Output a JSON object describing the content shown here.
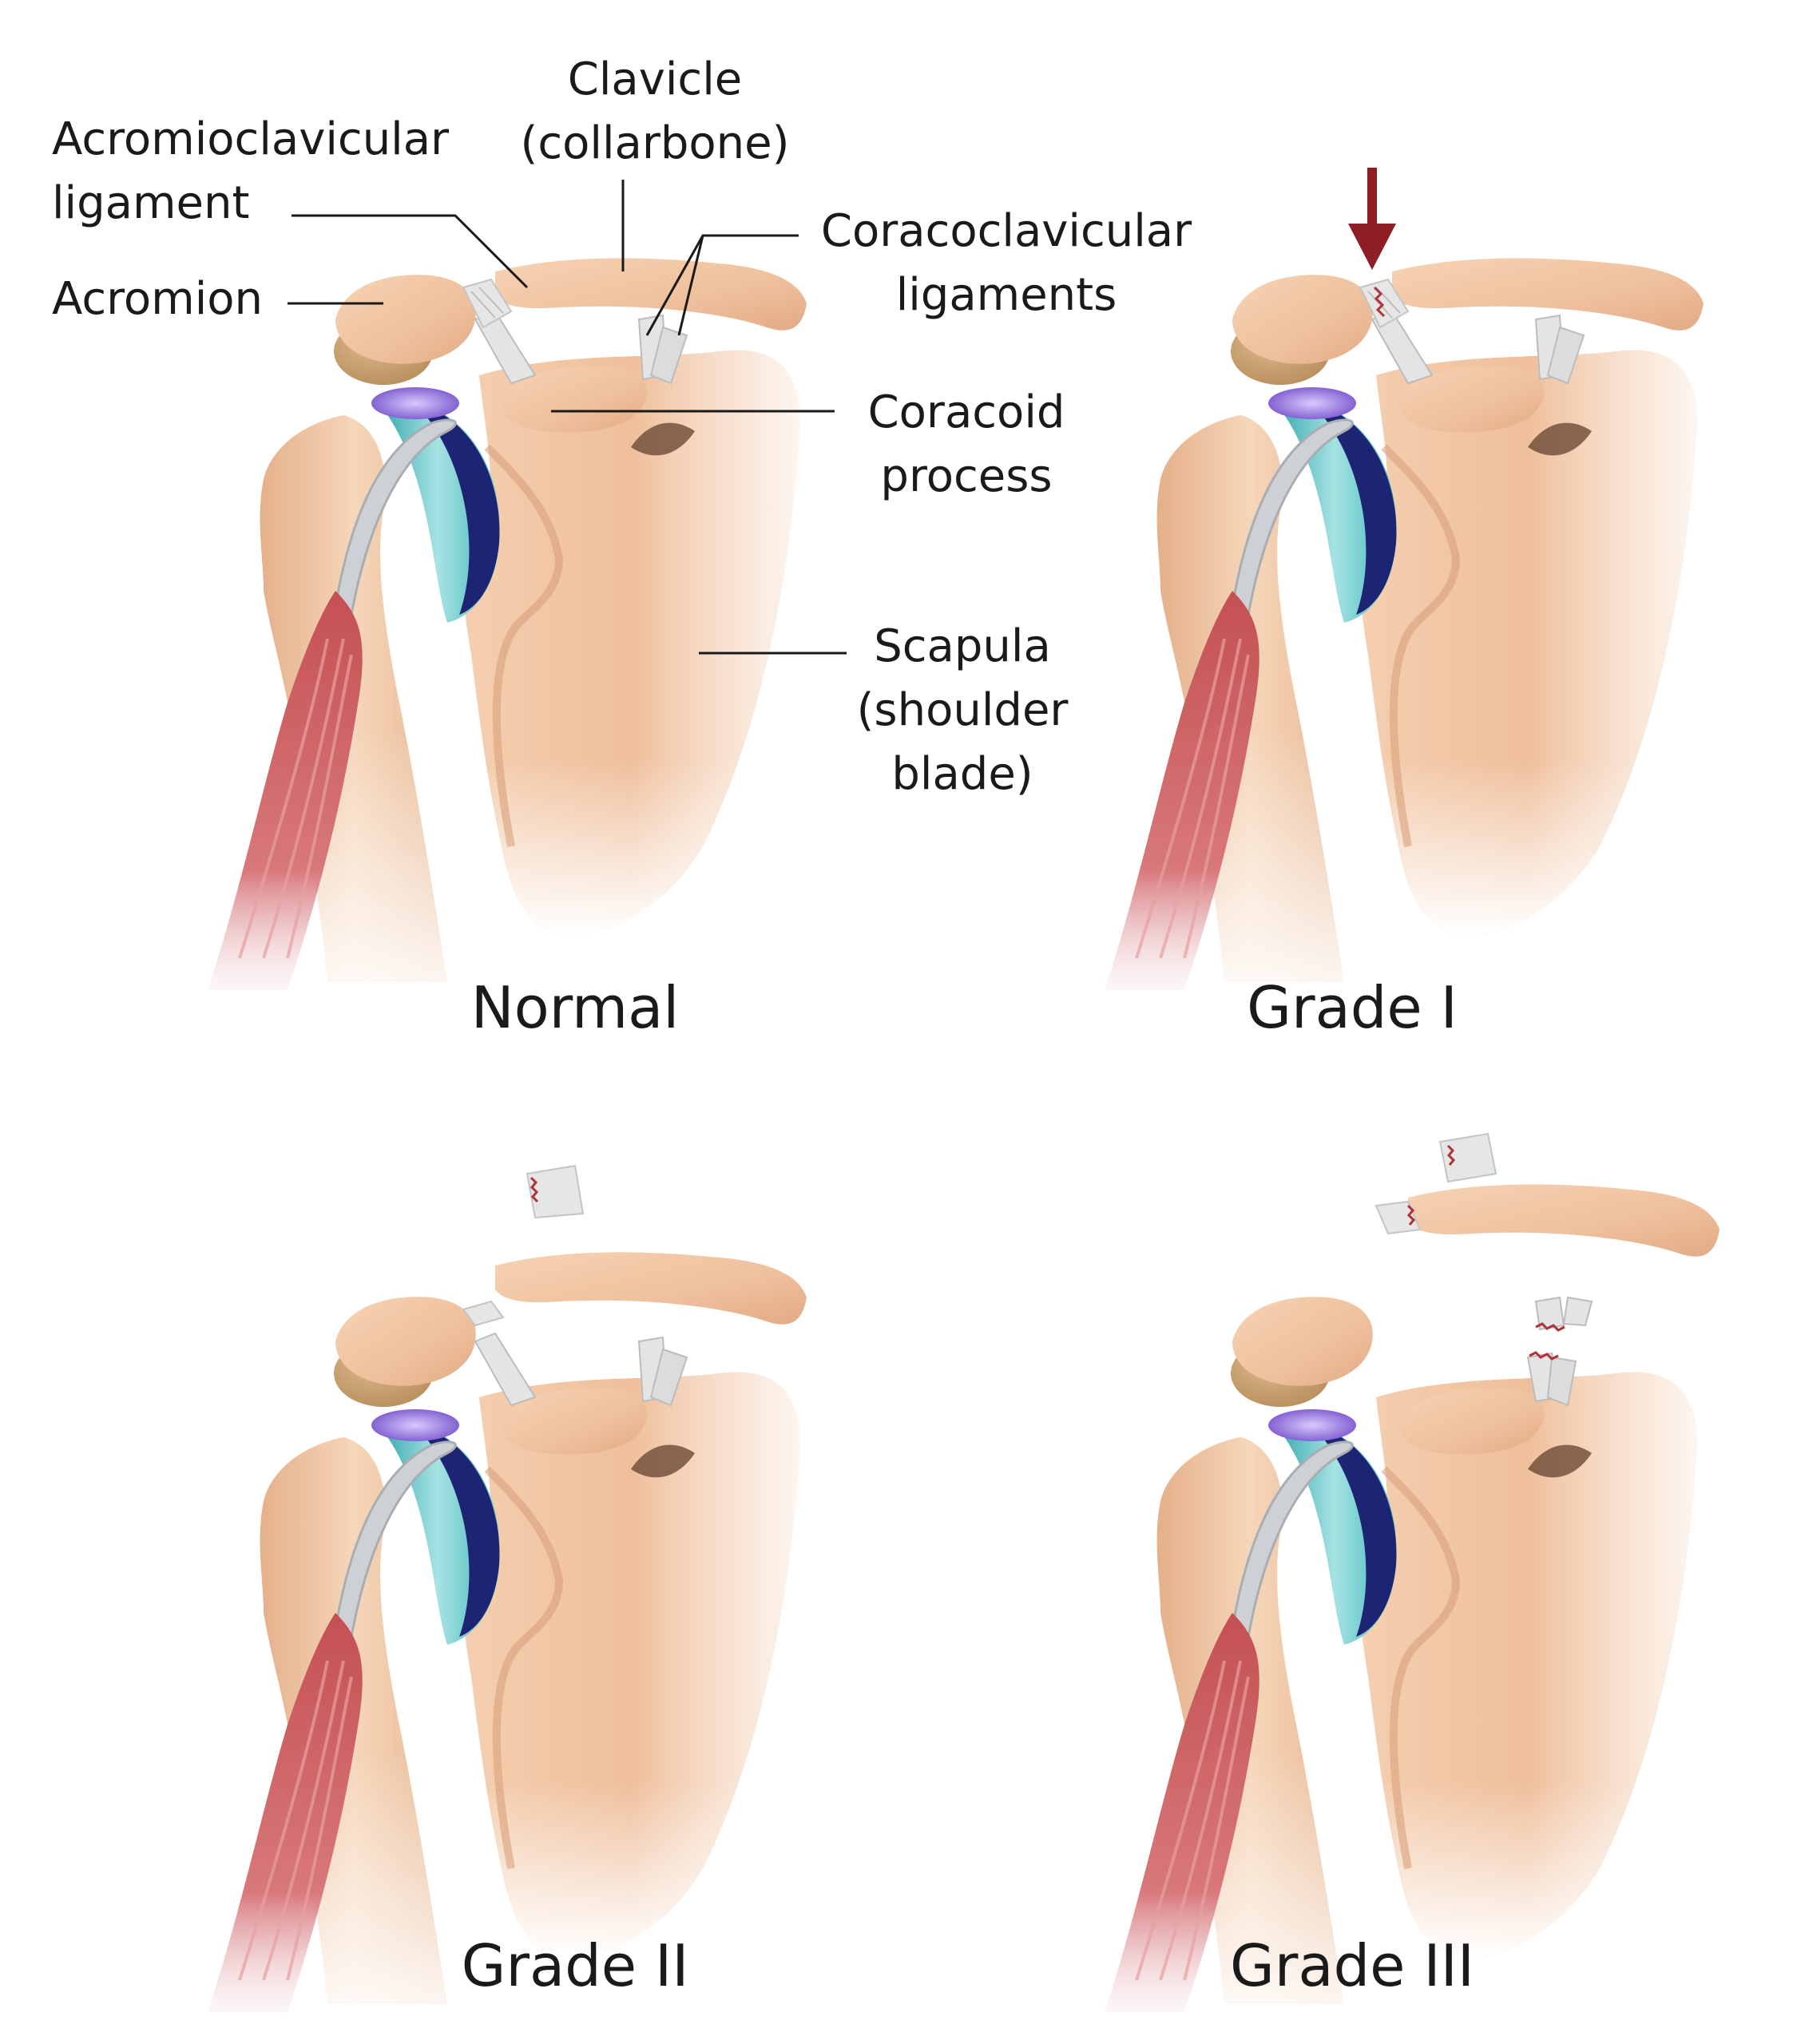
{
  "labels": {
    "clavicle": [
      "Clavicle",
      "(collarbone)"
    ],
    "acromioclavicular_ligament": [
      "Acromioclavicular",
      "ligament"
    ],
    "acromion": "Acromion",
    "coracoclavicular_ligaments": [
      "Coracoclavicular",
      "ligaments"
    ],
    "coracoid_process": [
      "Coracoid",
      "process"
    ],
    "scapula": [
      "Scapula",
      "(shoulder",
      "blade)"
    ]
  },
  "panels": [
    {
      "caption": "Normal",
      "grade": 0
    },
    {
      "caption": "Grade I",
      "grade": 1
    },
    {
      "caption": "Grade II",
      "grade": 2
    },
    {
      "caption": "Grade III",
      "grade": 3
    }
  ],
  "colors": {
    "bone": "#efc3a0",
    "bone_shadow": "#d9a583",
    "humeral_head": "#c9a170",
    "ligament": "#e6e6e6",
    "cartilage_teal": "#5fc6c9",
    "cartilage_navy": "#1d2473",
    "labrum_purple": "#9b7ad8",
    "muscle": "#c95a5c",
    "tendon": "#cfd3d6",
    "arrow": "#8f1d24",
    "tear": "#b0333c"
  },
  "icons": {
    "arrow": "down-arrow-icon"
  }
}
